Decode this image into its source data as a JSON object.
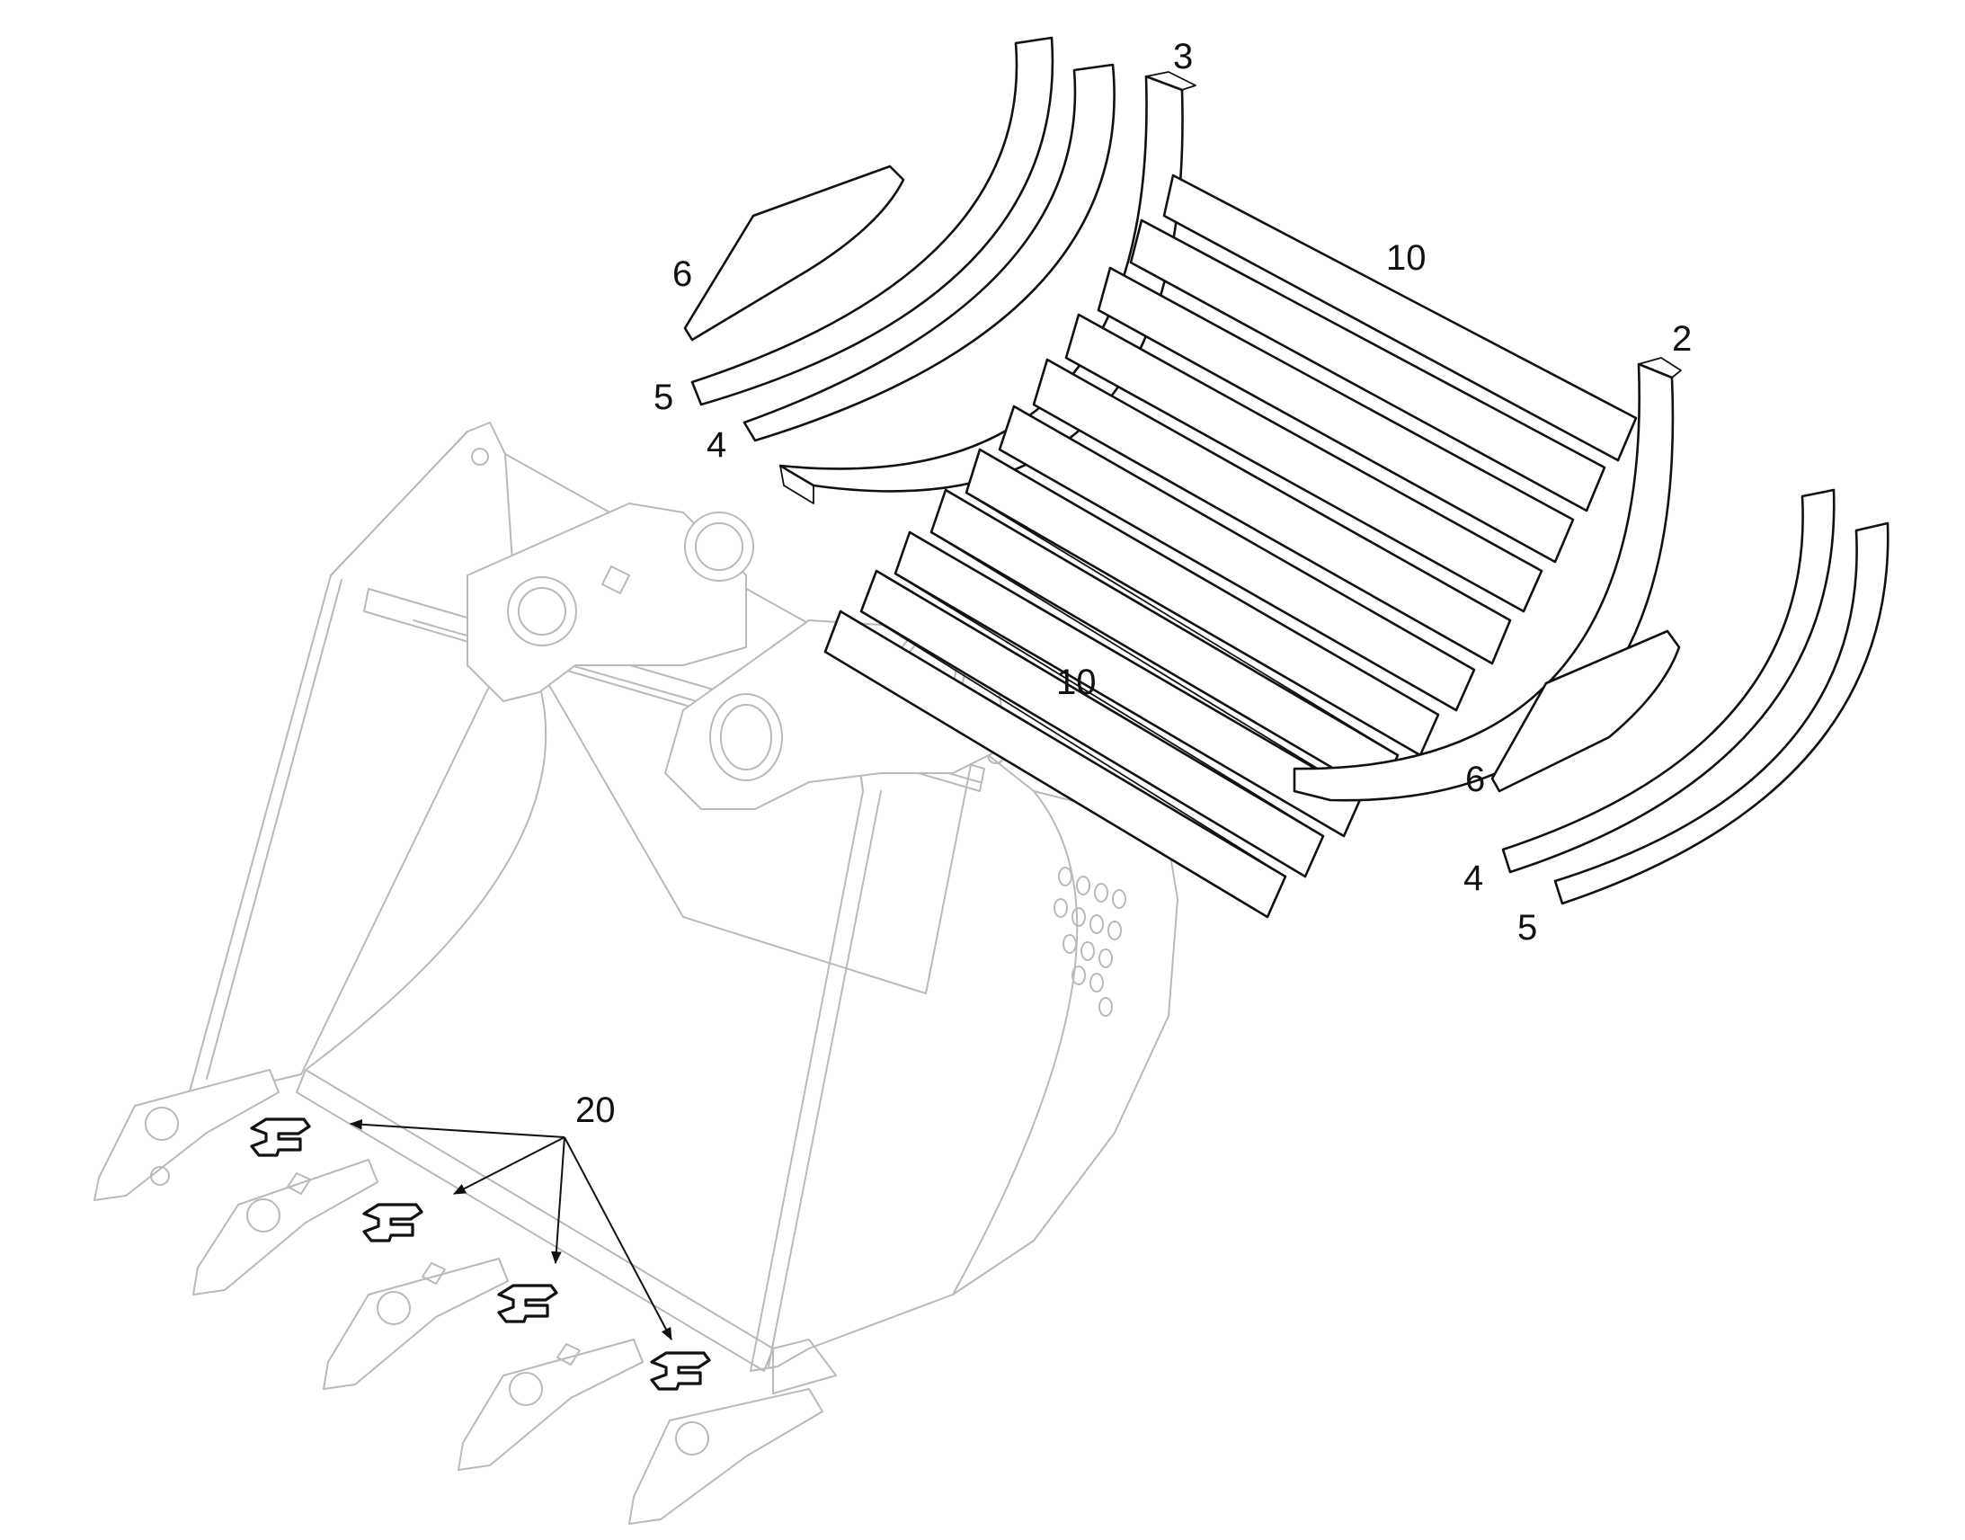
{
  "callouts": {
    "c3": "3",
    "c10_top": "10",
    "c10_bottom": "10",
    "c2": "2",
    "c6_left": "6",
    "c5_left": "5",
    "c4_left": "4",
    "c6_right": "6",
    "c4_right": "4",
    "c5_right": "5",
    "c20": "20"
  },
  "colors": {
    "part_outline": "#111111",
    "bucket_outline": "#b9b9b9",
    "background": "#ffffff"
  },
  "icons": {
    "lock": "tooth-lock-icon",
    "tooth": "bucket-tooth-icon"
  }
}
